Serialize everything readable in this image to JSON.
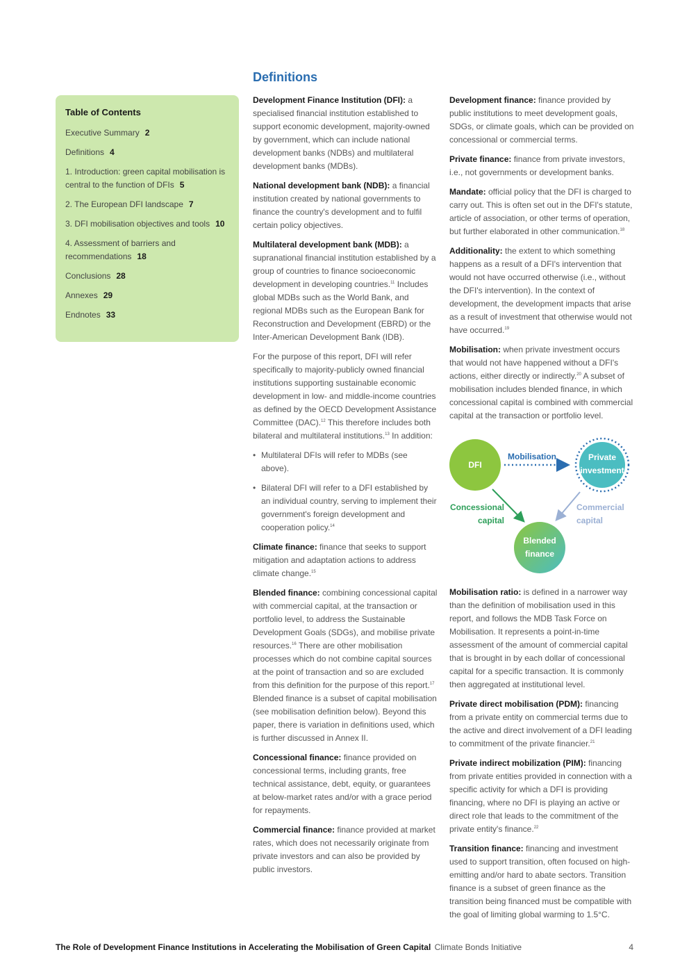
{
  "heading": "Definitions",
  "toc": {
    "title": "Table of Contents",
    "items": [
      {
        "label": "Executive Summary",
        "page": "2"
      },
      {
        "label": "Definitions",
        "page": "4"
      },
      {
        "label": "1. Introduction: green capital mobilisation is central to the function of DFIs",
        "page": "5"
      },
      {
        "label": "2. The European DFI landscape",
        "page": "7"
      },
      {
        "label": "3. DFI mobilisation objectives and tools",
        "page": "10"
      },
      {
        "label": "4. Assessment of barriers and recommendations",
        "page": "18"
      },
      {
        "label": "Conclusions",
        "page": "28"
      },
      {
        "label": "Annexes",
        "page": "29"
      },
      {
        "label": "Endnotes",
        "page": "33"
      }
    ]
  },
  "col_a": [
    {
      "term": "Development Finance Institution (DFI):",
      "text": " a specialised financial institution established to support economic development, majority-owned by government, which can include national development banks (NDBs) and multilateral development banks (MDBs).",
      "sup": ""
    },
    {
      "term": "National development bank (NDB):",
      "text": " a financial institution created by national governments to finance the country's development and to fulfil certain policy objectives.",
      "sup": ""
    },
    {
      "term": "Multilateral development bank (MDB):",
      "text": " a supranational financial institution established by a group of countries to finance socioeconomic development in developing countries.",
      "sup": "11",
      "after": " Includes global MDBs such as the World Bank, and regional MDBs such as the European Bank for Reconstruction and Development (EBRD) or the Inter-American Development Bank (IDB)."
    }
  ],
  "purpose": {
    "text1": "For the purpose of this report, DFI will refer specifically to majority-publicly owned financial institutions supporting sustainable economic development in low- and middle-income countries as defined by the OECD Development Assistance Committee (DAC).",
    "sup1": "12",
    "text2": " This therefore includes both bilateral and multilateral institutions.",
    "sup2": "13",
    "text3": " In addition:"
  },
  "bullets": [
    {
      "text": "Multilateral DFIs will refer to MDBs (see above).",
      "sup": ""
    },
    {
      "text": "Bilateral DFI will refer to a DFI established by an individual country, serving to implement their government's foreign development and cooperation policy.",
      "sup": "14"
    }
  ],
  "col_a2": [
    {
      "term": "Climate finance:",
      "text": " finance that seeks to support mitigation and adaptation actions to address climate change.",
      "sup": "15",
      "after": ""
    },
    {
      "term": "Blended finance:",
      "text": " combining concessional capital with commercial capital, at the transaction or portfolio level, to address the Sustainable Development Goals (SDGs), and mobilise private resources.",
      "sup": "16",
      "after": " There are other mobilisation processes which do not combine capital sources at the point of transaction and so are excluded from this definition for the purpose of this report.",
      "sup2": "17",
      "after2": " Blended finance is a subset of capital mobilisation (see mobilisation definition below). Beyond this paper, there is variation in definitions used, which is further discussed in Annex II."
    },
    {
      "term": "Concessional finance:",
      "text": " finance provided on concessional terms, including grants, free technical assistance, debt, equity, or guarantees at below-market rates and/or with a grace period for repayments.",
      "sup": "",
      "after": ""
    },
    {
      "term": "Commercial finance:",
      "text": " finance provided at market rates, which does not necessarily originate from private investors and can also be provided by public investors.",
      "sup": "",
      "after": ""
    }
  ],
  "col_b": [
    {
      "term": "Development finance:",
      "text": " finance provided by public institutions to meet development goals, SDGs, or climate goals, which can be provided on concessional or commercial terms.",
      "sup": "",
      "after": ""
    },
    {
      "term": "Private finance:",
      "text": " finance from private investors, i.e., not governments or development banks.",
      "sup": "",
      "after": ""
    },
    {
      "term": "Mandate:",
      "text": " official policy that the DFI is charged to carry out. This is often set out in the DFI's statute, article of association, or other terms of operation, but further elaborated in other communication.",
      "sup": "18",
      "after": ""
    },
    {
      "term": "Additionality:",
      "text": " the extent to which something happens as a result of a DFI's intervention that would not have occurred otherwise (i.e., without the DFI's intervention). In the context of development, the development impacts that arise as a result of investment that otherwise would not have occurred.",
      "sup": "19",
      "after": ""
    },
    {
      "term": "Mobilisation:",
      "text": " when private investment occurs that would not have happened without a DFI's actions, either directly or indirectly.",
      "sup": "20",
      "after": " A subset of mobilisation includes blended finance, in which concessional capital is combined with commercial capital at the transaction or portfolio level."
    }
  ],
  "diagram": {
    "dfi": "DFI",
    "private_1": "Private",
    "private_2": "investment",
    "mobilisation": "Mobilisation",
    "concessional_1": "Concessional",
    "concessional_2": "capital",
    "commercial_1": "Commercial",
    "commercial_2": "capital",
    "blended_1": "Blended",
    "blended_2": "finance",
    "colors": {
      "dfi": "#8dc63f",
      "private": "#4bbdc1",
      "mobilisation": "#2a6db0",
      "concessional": "#2e9f5a",
      "commercial": "#9bb0d4"
    }
  },
  "col_c": [
    {
      "term": "Mobilisation ratio:",
      "text": " is defined in a narrower way than the definition of mobilisation used in this report, and follows the MDB Task Force on Mobilisation. It represents a point-in-time assessment of the amount of commercial capital that is brought in by each dollar of concessional capital for a specific transaction. It is commonly then aggregated at institutional level.",
      "sup": "",
      "after": ""
    },
    {
      "term": "Private direct mobilisation (PDM):",
      "text": " financing from a private entity on commercial terms due to the active and direct involvement of a DFI leading to commitment of the private financier.",
      "sup": "21",
      "after": ""
    },
    {
      "term": "Private indirect mobilization (PIM):",
      "text": " financing from private entities provided in connection with a specific activity for which a DFI is providing financing, where no DFI is playing an active or direct role that leads to the commitment of the private entity's finance.",
      "sup": "22",
      "after": ""
    },
    {
      "term": "Transition finance:",
      "text": " financing and investment used to support transition, often focused on high-emitting and/or hard to abate sectors. Transition finance is a subset of green finance as the transition being financed must be compatible with the goal of limiting global warming to 1.5°C.",
      "sup": "",
      "after": ""
    }
  ],
  "footer": {
    "title": "The Role of Development Finance Institutions in Accelerating the Mobilisation of Green Capital",
    "org": "Climate Bonds Initiative",
    "page": "4"
  }
}
